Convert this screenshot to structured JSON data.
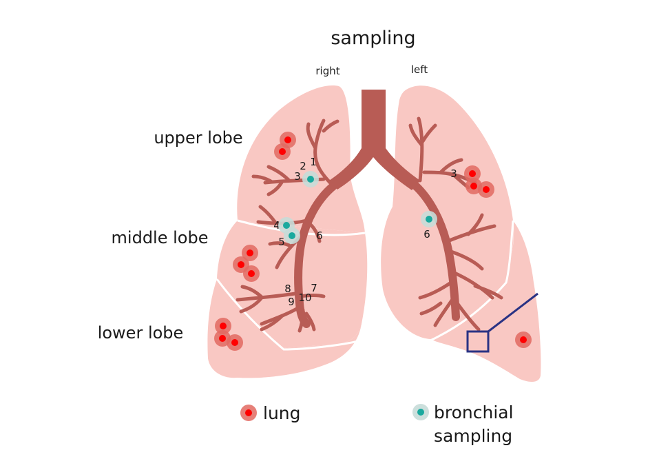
{
  "title": "sampling",
  "sides": {
    "right": "right",
    "left": "left"
  },
  "lobes": {
    "upper": "upper lobe",
    "middle": "middle lobe",
    "lower": "lower lobe"
  },
  "segments": {
    "r1": "1",
    "r2": "2",
    "r3": "3",
    "r4": "4",
    "r5": "5",
    "r6": "6",
    "r7": "7",
    "r8": "8",
    "r9": "9",
    "r10": "10",
    "l3": "3",
    "l6": "6"
  },
  "legend": {
    "lung": "lung",
    "bronchial_line1": "bronchial",
    "bronchial_line2": "sampling"
  },
  "colors": {
    "lung_fill": "#f9c8c3",
    "bronchi": "#b85c55",
    "lung_sample": "#ff0000",
    "lung_sample_halo": "#e26a62",
    "bronchial_sample": "#1aa99e",
    "bronchial_halo": "#c7dbd8",
    "zoom_box": "#2a3384"
  }
}
